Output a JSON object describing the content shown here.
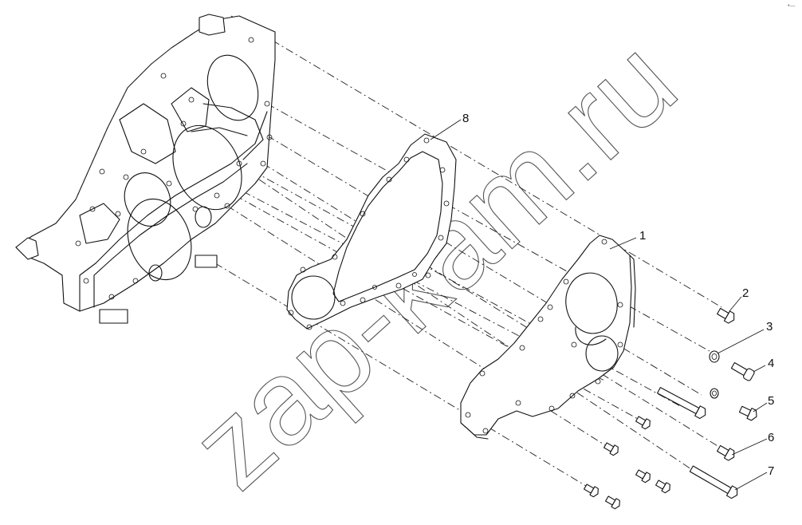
{
  "watermark": "zap-kam.ru",
  "corner_mark": "•—",
  "callouts": [
    {
      "id": "callout-1",
      "label": "1"
    },
    {
      "id": "callout-2",
      "label": "2"
    },
    {
      "id": "callout-3",
      "label": "3"
    },
    {
      "id": "callout-4",
      "label": "4"
    },
    {
      "id": "callout-5",
      "label": "5"
    },
    {
      "id": "callout-6",
      "label": "6"
    },
    {
      "id": "callout-7",
      "label": "7"
    },
    {
      "id": "callout-8",
      "label": "8"
    }
  ]
}
